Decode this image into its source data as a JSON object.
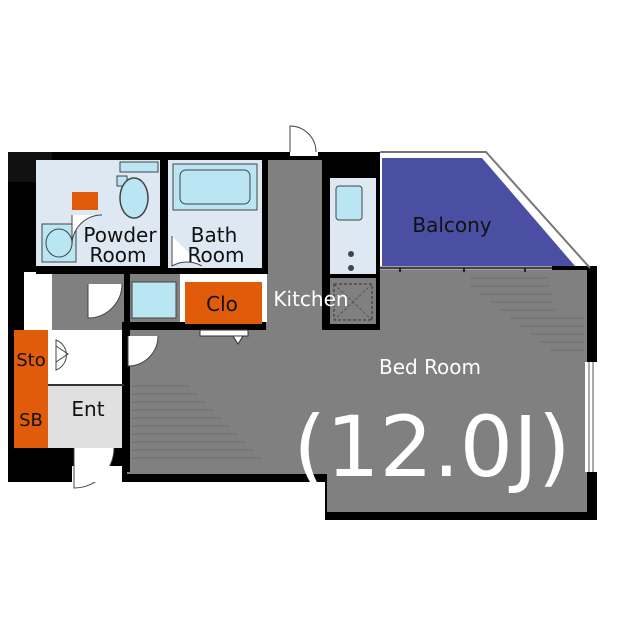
{
  "rooms": {
    "powder_line1": "Powder",
    "powder_line2": "Room",
    "bath_line1": "Bath",
    "bath_line2": "Room",
    "closet": "Clo",
    "kitchen": "Kitchen",
    "balcony": "Balcony",
    "bedroom": "Bed Room",
    "bedroom_size": "(12.0J)",
    "storage": "Sto",
    "shoe_box": "SB",
    "entrance": "Ent"
  },
  "colors": {
    "wall": "#000000",
    "floor_gray": "#808080",
    "wet_area": "#dde8f2",
    "fixture_blue": "#b9e6f2",
    "balcony": "#4a4fa3",
    "storage_orange": "#e15c0a",
    "entrance_floor": "#e0e0e0"
  }
}
